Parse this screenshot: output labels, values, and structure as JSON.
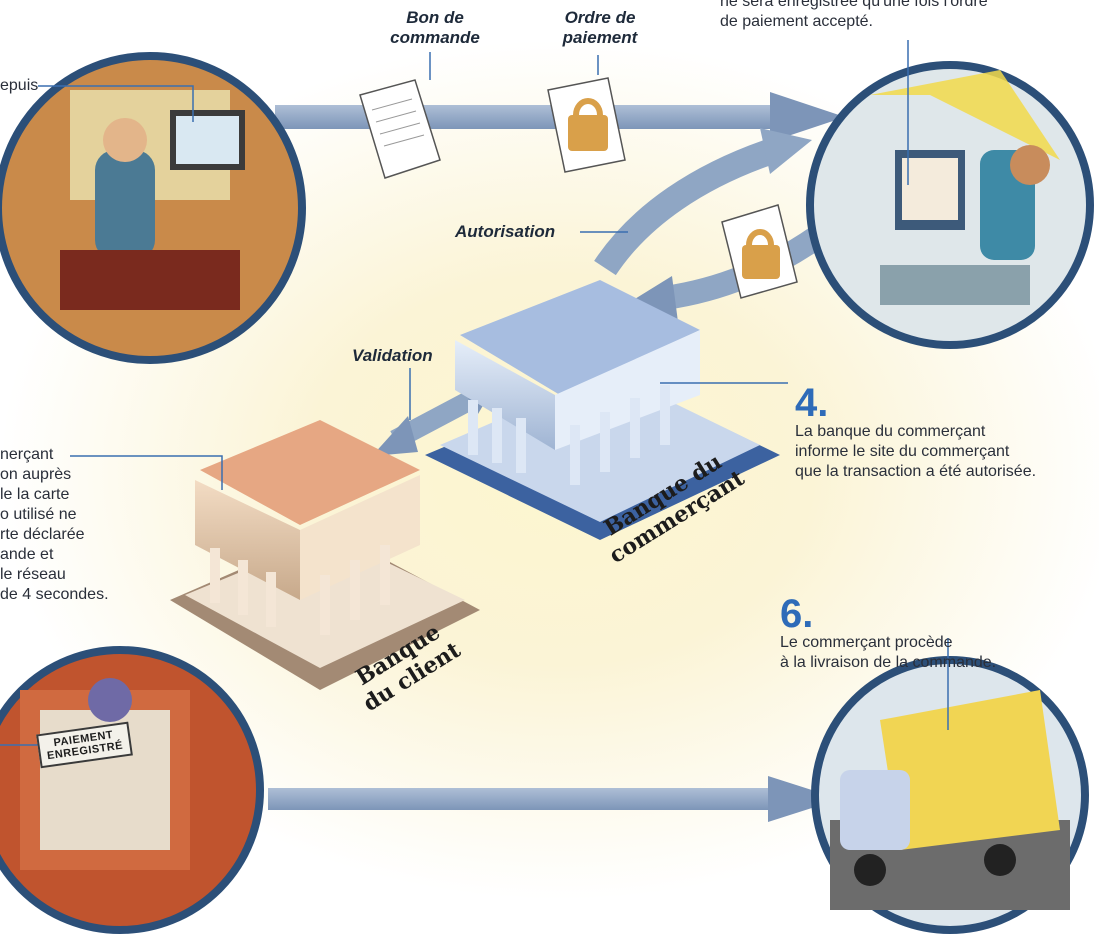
{
  "labels": {
    "bon": "Bon de\ncommande",
    "ordre": "Ordre de\npaiement",
    "autorisation": "Autorisation",
    "validation": "Validation"
  },
  "top_right_text": "ne sera enregistrée qu'une fois l'ordre\nde paiement accepté.",
  "top_left_text": "epuis",
  "step4": {
    "number": "4",
    "text": "La banque du commerçant\ninforme le site du commerçant\nque la transaction a été autorisée."
  },
  "step6": {
    "number": "6",
    "text": "Le commerçant procède\nà la livraison de la commande."
  },
  "left_text": "nerçant\non auprès\nle la carte\no utilisé ne\nrte déclarée\nande et\nle réseau\nde 4 secondes.",
  "bank_merchant": "Banque du\ncommerçant",
  "bank_client": "Banque\ndu client",
  "stamp": "PAIEMENT\nENREGISTRÉ",
  "colors": {
    "arrow": "#8fa6c4",
    "accent": "#2e6bb8",
    "line": "#3a6fb0"
  }
}
